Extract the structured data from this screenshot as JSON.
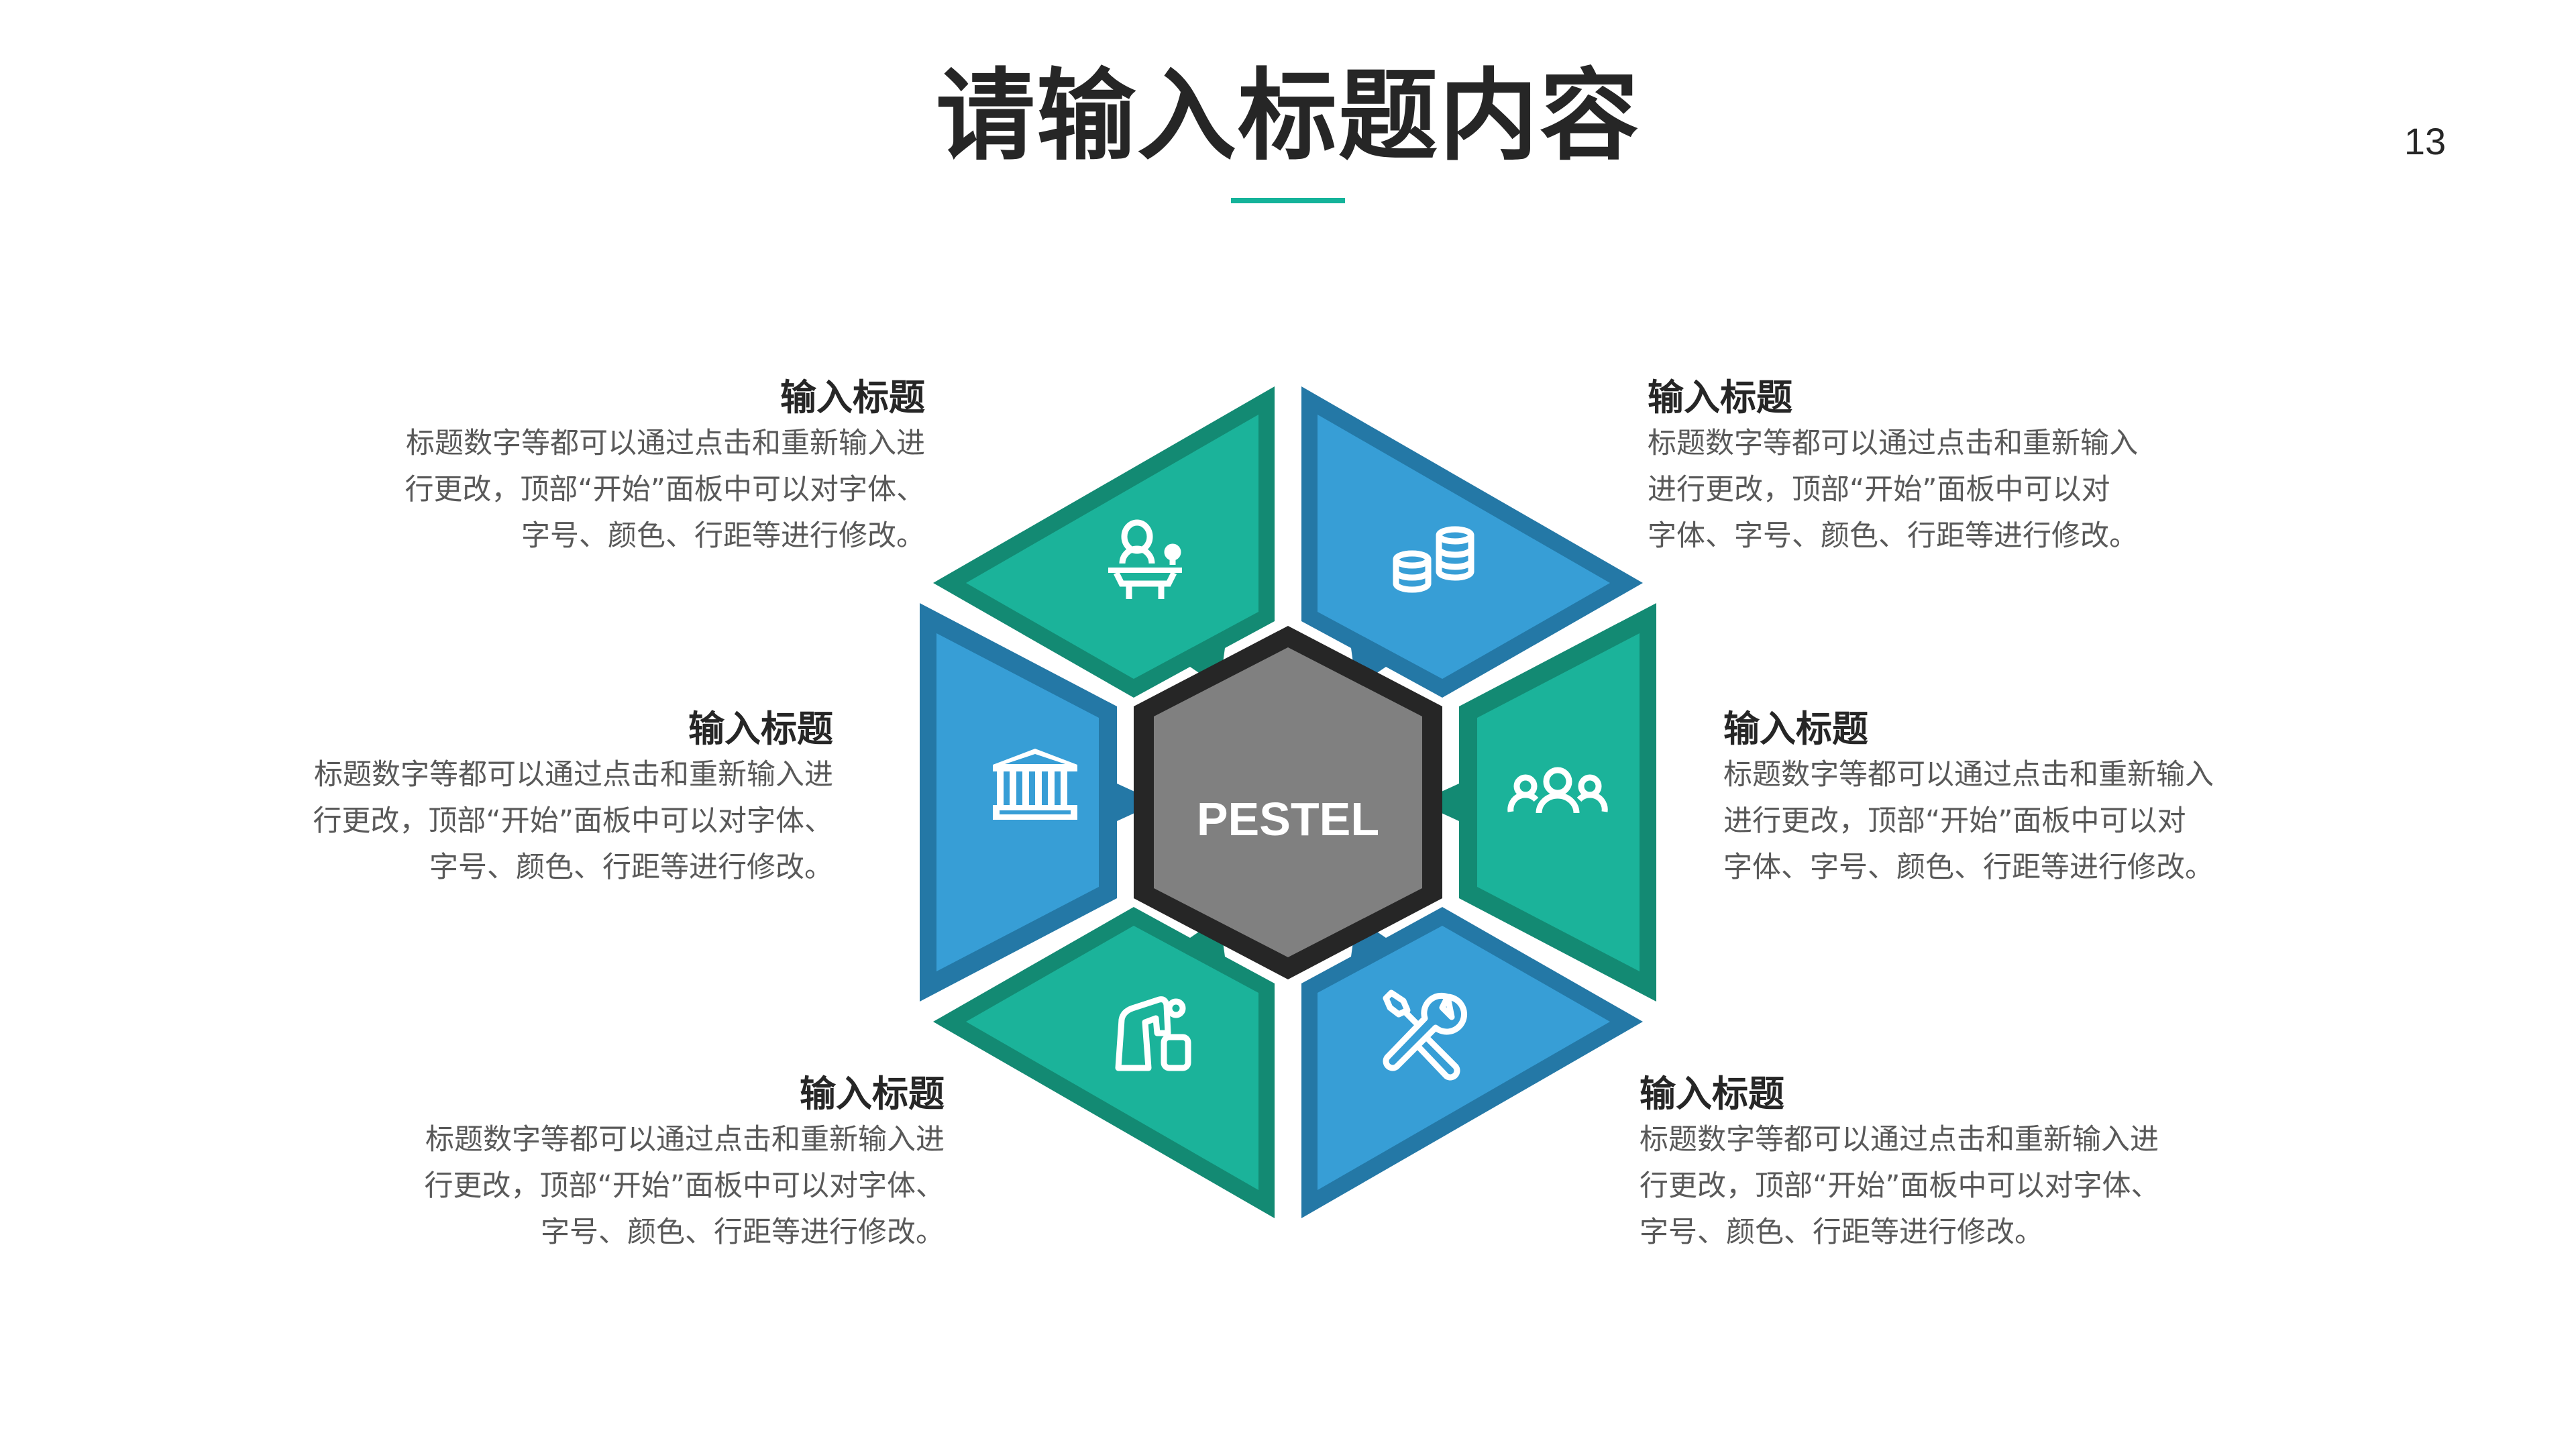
{
  "slide": {
    "title": "请输入标题内容",
    "page_number": "13",
    "accent_color": "#14B39A"
  },
  "diagram": {
    "center_label": "PESTEL",
    "center_fill": "#808080",
    "center_border": "#262626",
    "colors": {
      "green_fill": "#1BB39A",
      "green_border": "#138A73",
      "blue_fill": "#379ED6",
      "blue_border": "#2478A6"
    },
    "segments": [
      {
        "position": "top-left",
        "color": "green",
        "icon": "speaker-podium-icon"
      },
      {
        "position": "top-right",
        "color": "blue",
        "icon": "coins-stack-icon"
      },
      {
        "position": "left",
        "color": "blue",
        "icon": "government-building-icon"
      },
      {
        "position": "right",
        "color": "green",
        "icon": "people-group-icon"
      },
      {
        "position": "bottom-left",
        "color": "green",
        "icon": "person-recycle-bin-icon"
      },
      {
        "position": "bottom-right",
        "color": "blue",
        "icon": "tools-wrench-screwdriver-icon"
      }
    ]
  },
  "blocks": {
    "top_left": {
      "title": "输入标题",
      "lines": [
        "标题数字等都可以通过点击和重新输入进",
        "行更改，顶部“开始”面板中可以对字体、",
        "字号、颜色、行距等进行修改。"
      ]
    },
    "middle_left": {
      "title": "输入标题",
      "lines": [
        "标题数字等都可以通过点击和重新输入进",
        "行更改，顶部“开始”面板中可以对字体、",
        "字号、颜色、行距等进行修改。"
      ]
    },
    "bottom_left": {
      "title": "输入标题",
      "lines": [
        "标题数字等都可以通过点击和重新输入进",
        "行更改，顶部“开始”面板中可以对字体、",
        "字号、颜色、行距等进行修改。"
      ]
    },
    "top_right": {
      "title": "输入标题",
      "lines": [
        "标题数字等都可以通过点击和重新输入",
        "进行更改，顶部“开始”面板中可以对",
        "字体、字号、颜色、行距等进行修改。"
      ]
    },
    "middle_right": {
      "title": "输入标题",
      "lines": [
        "标题数字等都可以通过点击和重新输入",
        "进行更改，顶部“开始”面板中可以对",
        "字体、字号、颜色、行距等进行修改。"
      ]
    },
    "bottom_right": {
      "title": "输入标题",
      "lines": [
        "标题数字等都可以通过点击和重新输入进",
        "行更改，顶部“开始”面板中可以对字体、",
        "字号、颜色、行距等进行修改。"
      ]
    }
  }
}
